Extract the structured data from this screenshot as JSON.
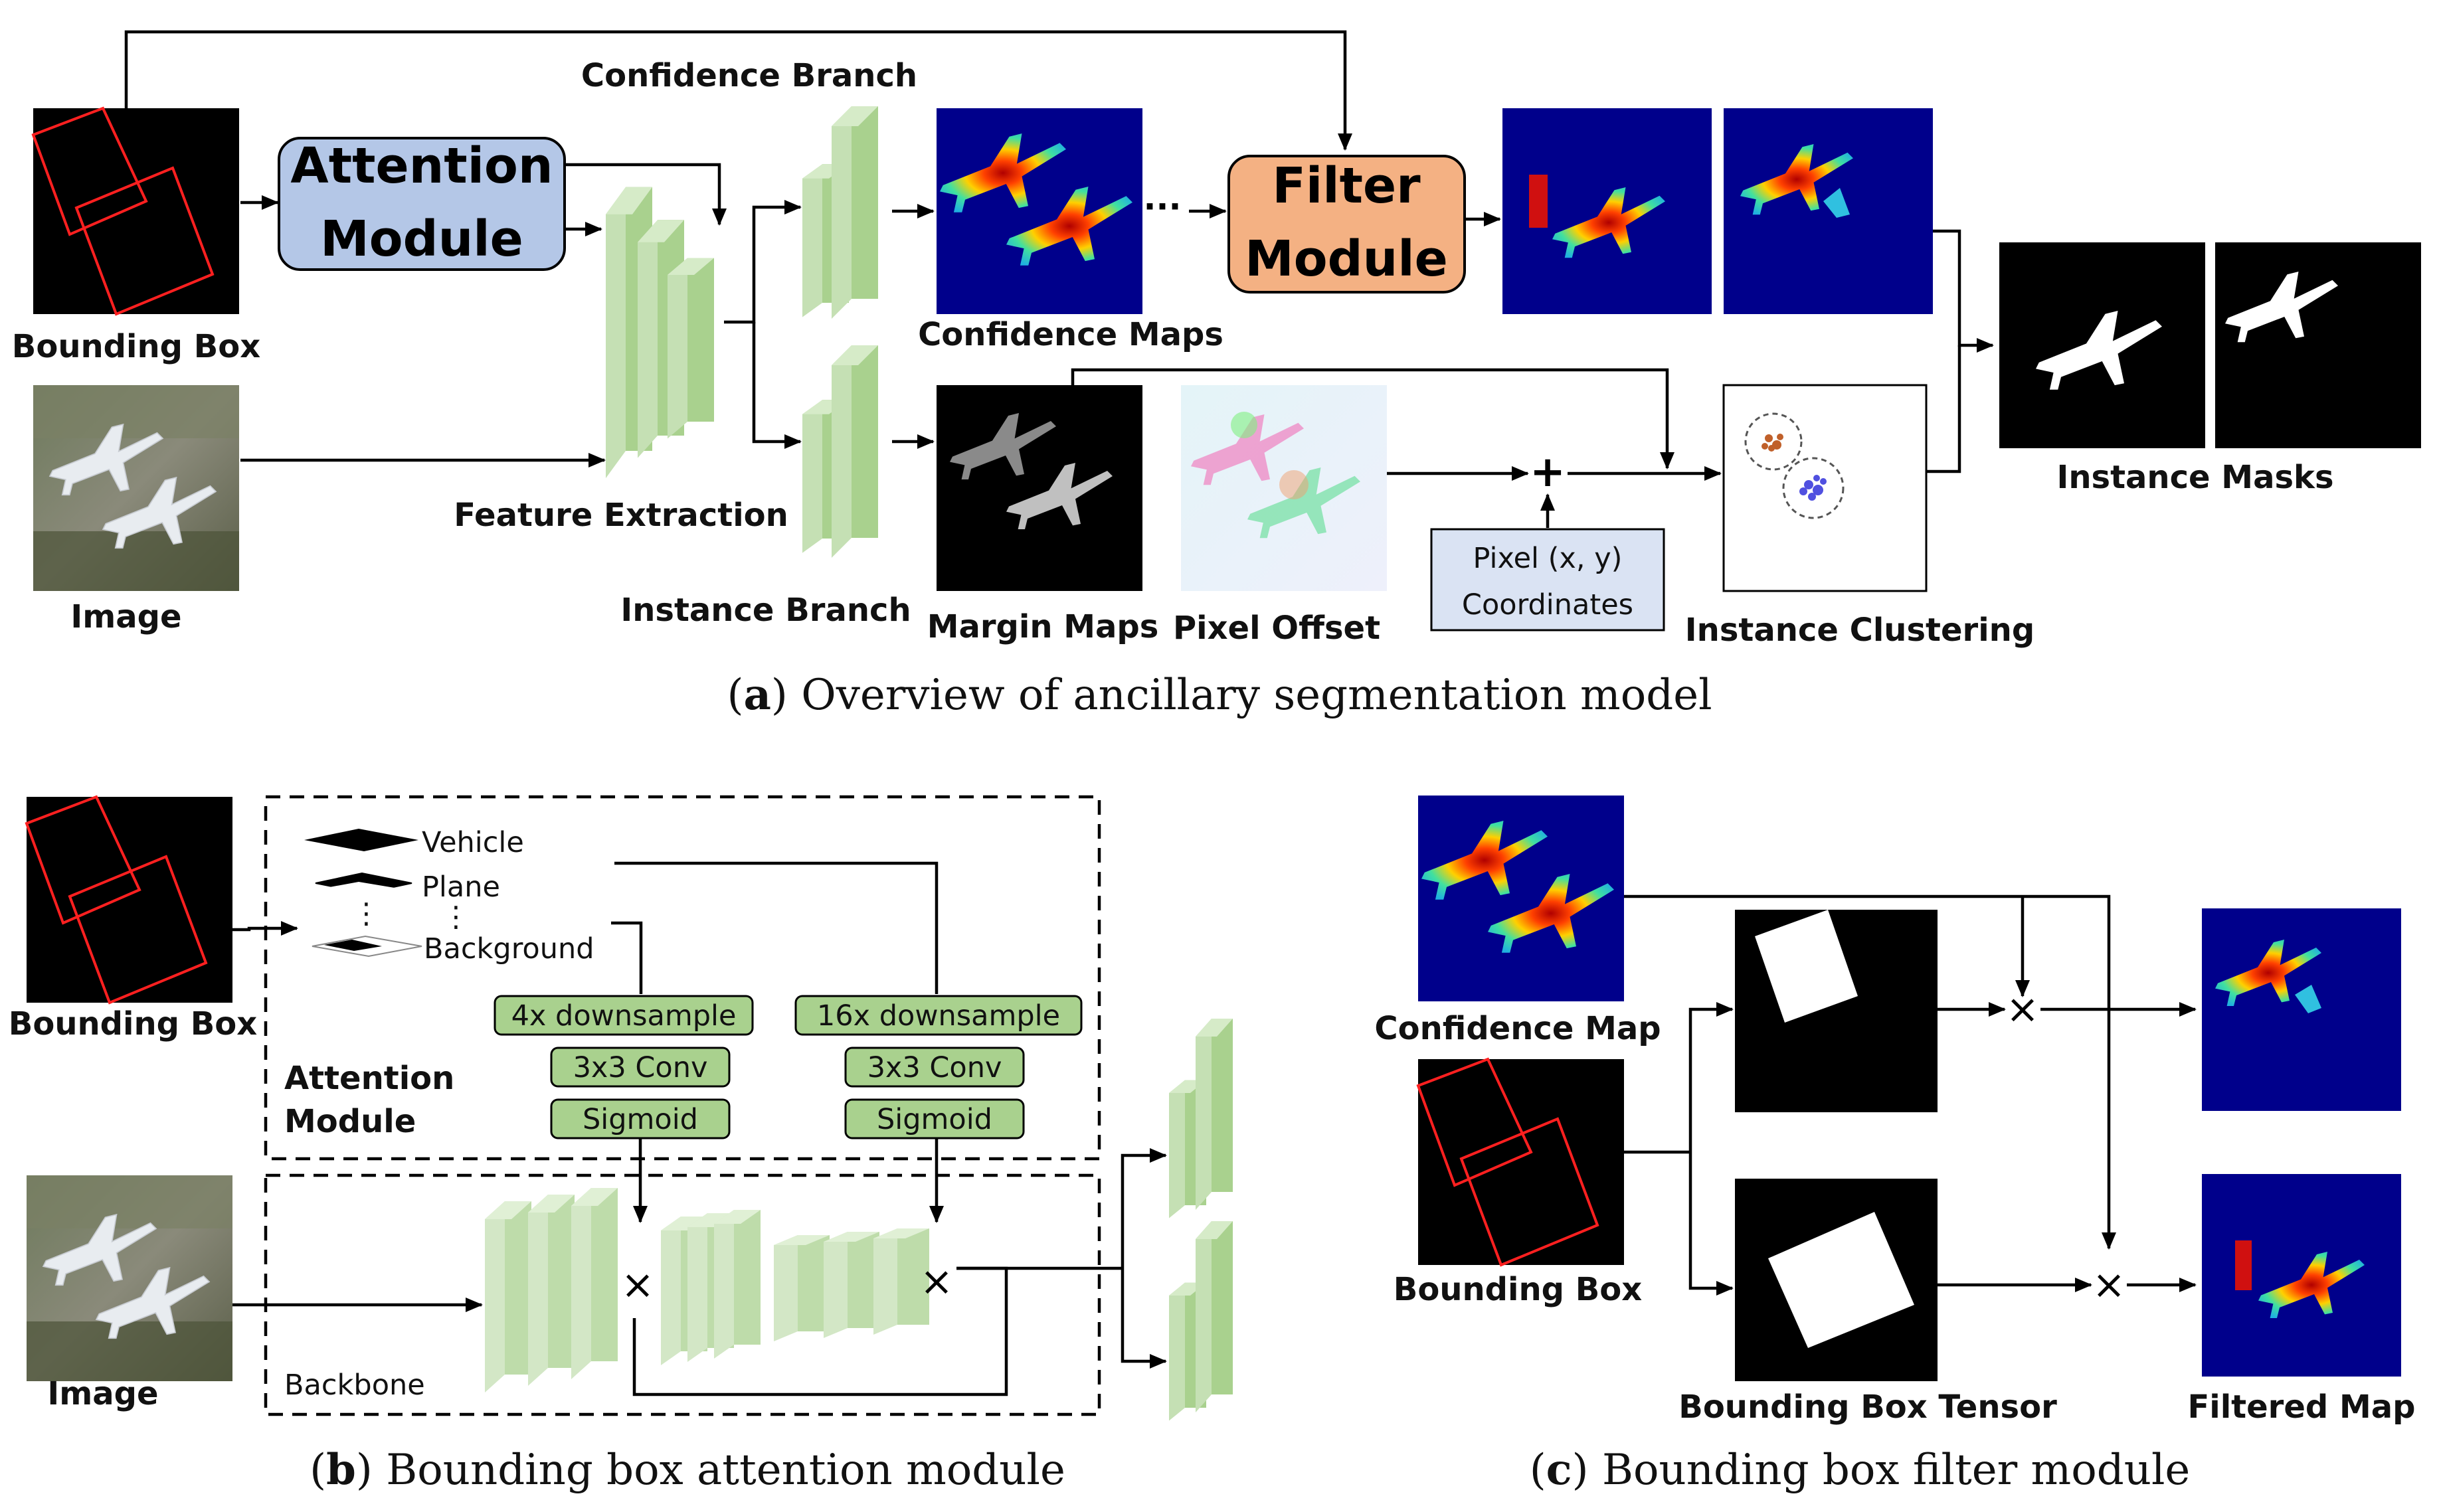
{
  "panel_a": {
    "bbox_label": "Bounding Box",
    "image_label": "Image",
    "attention_line1": "Attention",
    "attention_line2": "Module",
    "feature_extraction": "Feature Extraction",
    "confidence_branch": "Confidence Branch",
    "instance_branch": "Instance Branch",
    "confidence_maps": "Confidence Maps",
    "filter_line1": "Filter",
    "filter_line2": "Module",
    "margin_maps": "Margin Maps",
    "pixel_offset": "Pixel Offset",
    "pixel_coord_line1": "Pixel (x, y)",
    "pixel_coord_line2": "Coordinates",
    "instance_clustering": "Instance Clustering",
    "instance_masks": "Instance Masks",
    "ellipsis": "···",
    "plus": "+",
    "caption_letter": "a",
    "caption_text": "Overview of ancillary segmentation model"
  },
  "panel_b": {
    "bbox_label": "Bounding Box",
    "image_label": "Image",
    "vehicle": "Vehicle",
    "plane": "Plane",
    "background": "Background",
    "dots": "⋮",
    "ds4": "4x downsample",
    "ds16": "16x downsample",
    "conv": "3x3 Conv",
    "sigmoid": "Sigmoid",
    "attention_line1": "Attention",
    "attention_line2": "Module",
    "backbone": "Backbone",
    "times": "×",
    "caption_letter": "b",
    "caption_text": "Bounding box attention module"
  },
  "panel_c": {
    "confidence_map": "Confidence Map",
    "bbox_label": "Bounding Box",
    "bbox_tensor": "Bounding Box Tensor",
    "filtered_map": "Filtered Map",
    "times": "×",
    "caption_letter": "c",
    "caption_text": "Bounding box filter module"
  },
  "colors": {
    "attention_fill": "#b4c7e7",
    "filter_fill": "#f4b183",
    "green_block": "#a9d18e",
    "ds_box": "#a9d18e",
    "pixel_box": "#dae3f3",
    "heatmap_bg": "#00008b",
    "bbox_red": "#ff2020"
  }
}
